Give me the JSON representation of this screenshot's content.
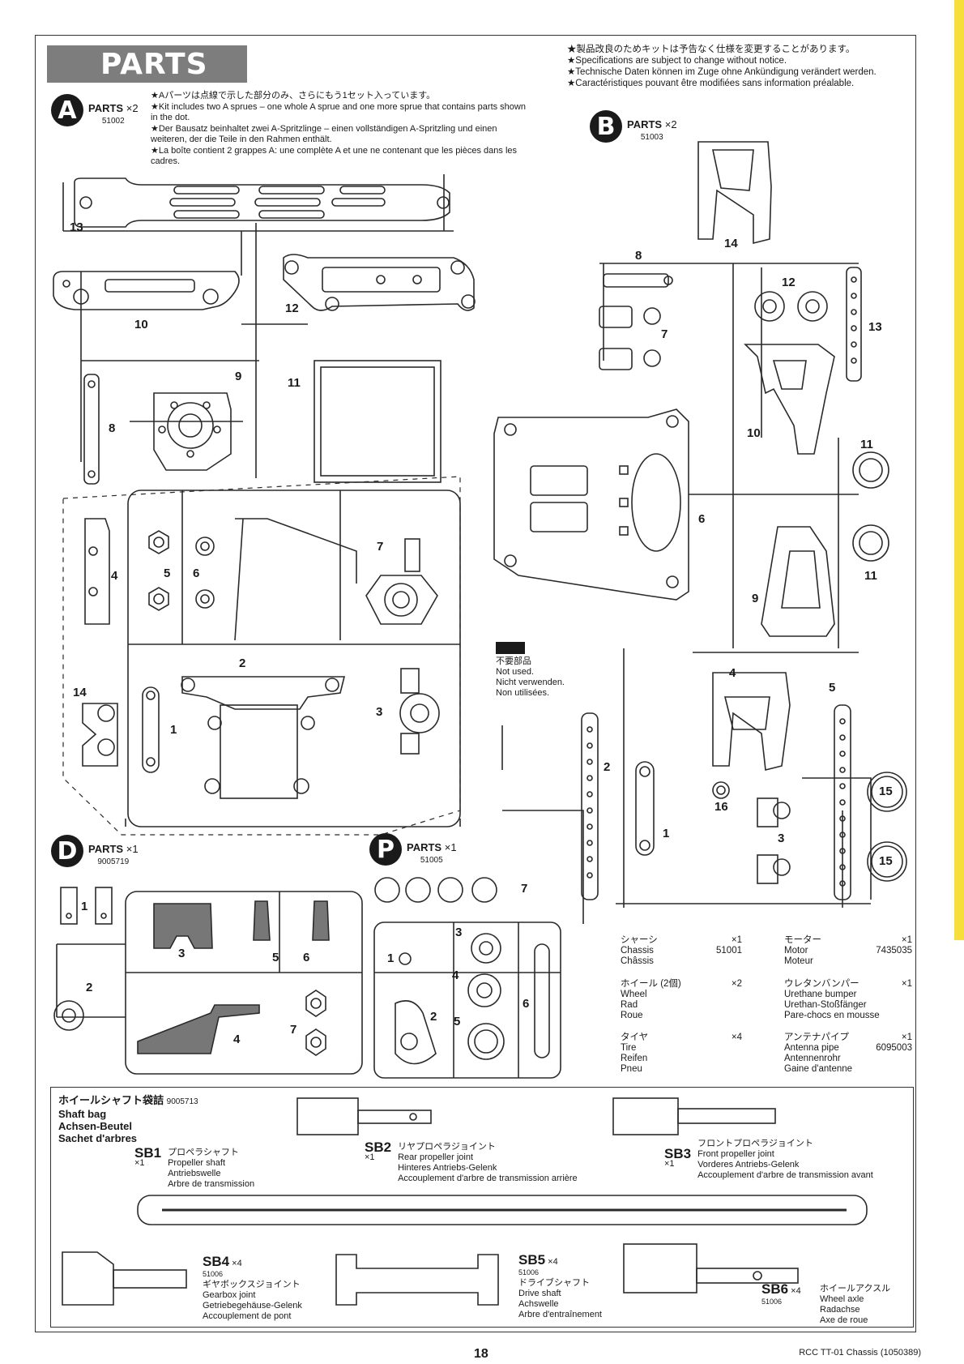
{
  "header": {
    "title": "PARTS",
    "notes": [
      "★製品改良のためキットは予告なく仕様を変更することがあります。",
      "★Specifications are subject to change without notice.",
      "★Technische Daten können im Zuge ohne Ankündigung verändert werden.",
      "★Caractéristiques pouvant être modifiées sans information préalable."
    ]
  },
  "sprue_a": {
    "letter": "A",
    "label": "PARTS",
    "qty": "×2",
    "code": "51002",
    "notes": [
      "★Aパーツは点線で示した部分のみ、さらにもう1セット入っています。",
      "★Kit includes two A sprues – one whole A sprue and one more sprue that contains parts shown in the dot.",
      "★Der Bausatz beinhaltet zwei A-Spritzlinge – einen vollständigen A-Spritzling und einen weiteren, der die Teile in den Rahmen enthält.",
      "★La boîte contient 2 grappes A: une complète A et une ne contenant que les pièces dans les cadres."
    ],
    "part_numbers": [
      "13",
      "12",
      "10",
      "9",
      "11",
      "8",
      "7",
      "4",
      "5",
      "6",
      "2",
      "14",
      "1",
      "3"
    ]
  },
  "sprue_b": {
    "letter": "B",
    "label": "PARTS",
    "qty": "×2",
    "code": "51003",
    "part_numbers": [
      "14",
      "8",
      "12",
      "7",
      "13",
      "10",
      "11",
      "6",
      "11",
      "9",
      "4",
      "5",
      "2",
      "16",
      "1",
      "3",
      "15",
      "15"
    ]
  },
  "sprue_d": {
    "letter": "D",
    "label": "PARTS",
    "qty": "×1",
    "code": "9005719",
    "part_numbers": [
      "1",
      "3",
      "5",
      "6",
      "2",
      "4",
      "7"
    ]
  },
  "sprue_p": {
    "letter": "P",
    "label": "PARTS",
    "qty": "×1",
    "code": "51005",
    "part_numbers": [
      "7",
      "3",
      "1",
      "4",
      "6",
      "2",
      "5"
    ]
  },
  "not_used": [
    "不要部品",
    "Not used.",
    "Nicht verwenden.",
    "Non utilisées."
  ],
  "misc_parts": [
    {
      "jp": "シャーシ",
      "qty": "×1",
      "lines": [
        "Chassis",
        "Châssis"
      ],
      "code": "51001"
    },
    {
      "jp": "モーター",
      "qty": "×1",
      "lines": [
        "Motor",
        "Moteur"
      ],
      "code": "7435035"
    },
    {
      "jp": "ホイール (2個)",
      "qty": "×2",
      "lines": [
        "Wheel",
        "Rad",
        "Roue"
      ],
      "code": ""
    },
    {
      "jp": "ウレタンバンパー",
      "qty": "×1",
      "lines": [
        "Urethane bumper",
        "Urethan-Stoßfänger",
        "Pare-chocs en mousse"
      ],
      "code": ""
    },
    {
      "jp": "タイヤ",
      "qty": "×4",
      "lines": [
        "Tire",
        "Reifen",
        "Pneu"
      ],
      "code": ""
    },
    {
      "jp": "アンテナパイプ",
      "qty": "×1",
      "lines": [
        "Antenna pipe",
        "Antennenrohr",
        "Gaine d'antenne"
      ],
      "code": "6095003"
    }
  ],
  "shaft_bag": {
    "title_lines": [
      "ホイールシャフト袋詰",
      "Shaft bag",
      "Achsen-Beutel",
      "Sachet d'arbres"
    ],
    "code": "9005713",
    "items": [
      {
        "code": "SB1",
        "qty": "×1",
        "sub": "",
        "lines": [
          "プロペラシャフト",
          "Propeller shaft",
          "Antriebswelle",
          "Arbre de transmission"
        ]
      },
      {
        "code": "SB2",
        "qty": "×1",
        "sub": "",
        "lines": [
          "リヤプロペラジョイント",
          "Rear propeller joint",
          "Hinteres Antriebs-Gelenk",
          "Accouplement d'arbre de transmission arrière"
        ]
      },
      {
        "code": "SB3",
        "qty": "×1",
        "sub": "",
        "lines": [
          "フロントプロペラジョイント",
          "Front propeller joint",
          "Vorderes Antriebs-Gelenk",
          "Accouplement d'arbre de transmission avant"
        ]
      },
      {
        "code": "SB4",
        "qty": "×4",
        "sub": "51006",
        "lines": [
          "ギヤボックスジョイント",
          "Gearbox joint",
          "Getriebegehäuse-Gelenk",
          "Accouplement de pont"
        ]
      },
      {
        "code": "SB5",
        "qty": "×4",
        "sub": "51006",
        "lines": [
          "ドライブシャフト",
          "Drive shaft",
          "Achswelle",
          "Arbre d'entraînement"
        ]
      },
      {
        "code": "SB6",
        "qty": "×4",
        "sub": "51006",
        "lines": [
          "ホイールアクスル",
          "Wheel axle",
          "Radachse",
          "Axe de roue"
        ]
      }
    ]
  },
  "footer": {
    "page": "18",
    "doc": "RCC TT-01 Chassis (1050389)"
  }
}
